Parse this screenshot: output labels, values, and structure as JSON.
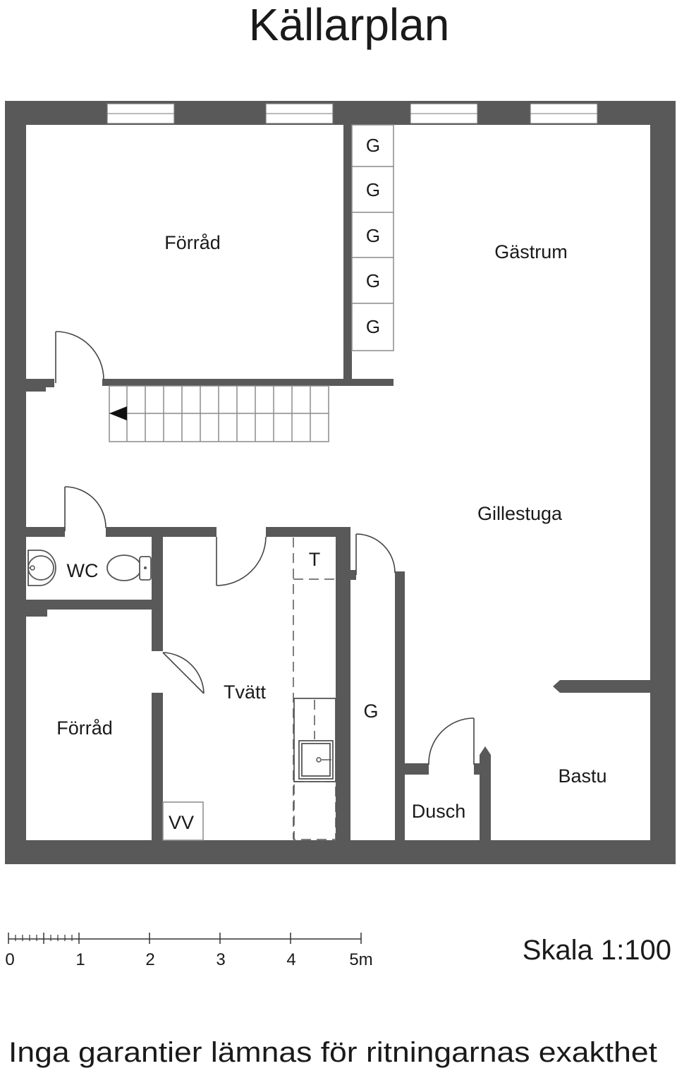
{
  "title": "Källarplan",
  "rooms": {
    "forrad_top": "Förråd",
    "gastrum": "Gästrum",
    "gillestuga": "Gillestuga",
    "wc": "WC",
    "tvatt": "Tvätt",
    "forrad_bottom": "Förråd",
    "g_corridor": "G",
    "bastu": "Bastu",
    "dusch": "Dusch",
    "vv": "VV",
    "t": "T"
  },
  "closets": [
    "G",
    "G",
    "G",
    "G",
    "G"
  ],
  "scale_bar": {
    "ticks": [
      "0",
      "1",
      "2",
      "3",
      "4",
      "5m"
    ],
    "label": "Skala 1:100"
  },
  "disclaimer": "Inga garantier lämnas för ritningarnas exakthet"
}
